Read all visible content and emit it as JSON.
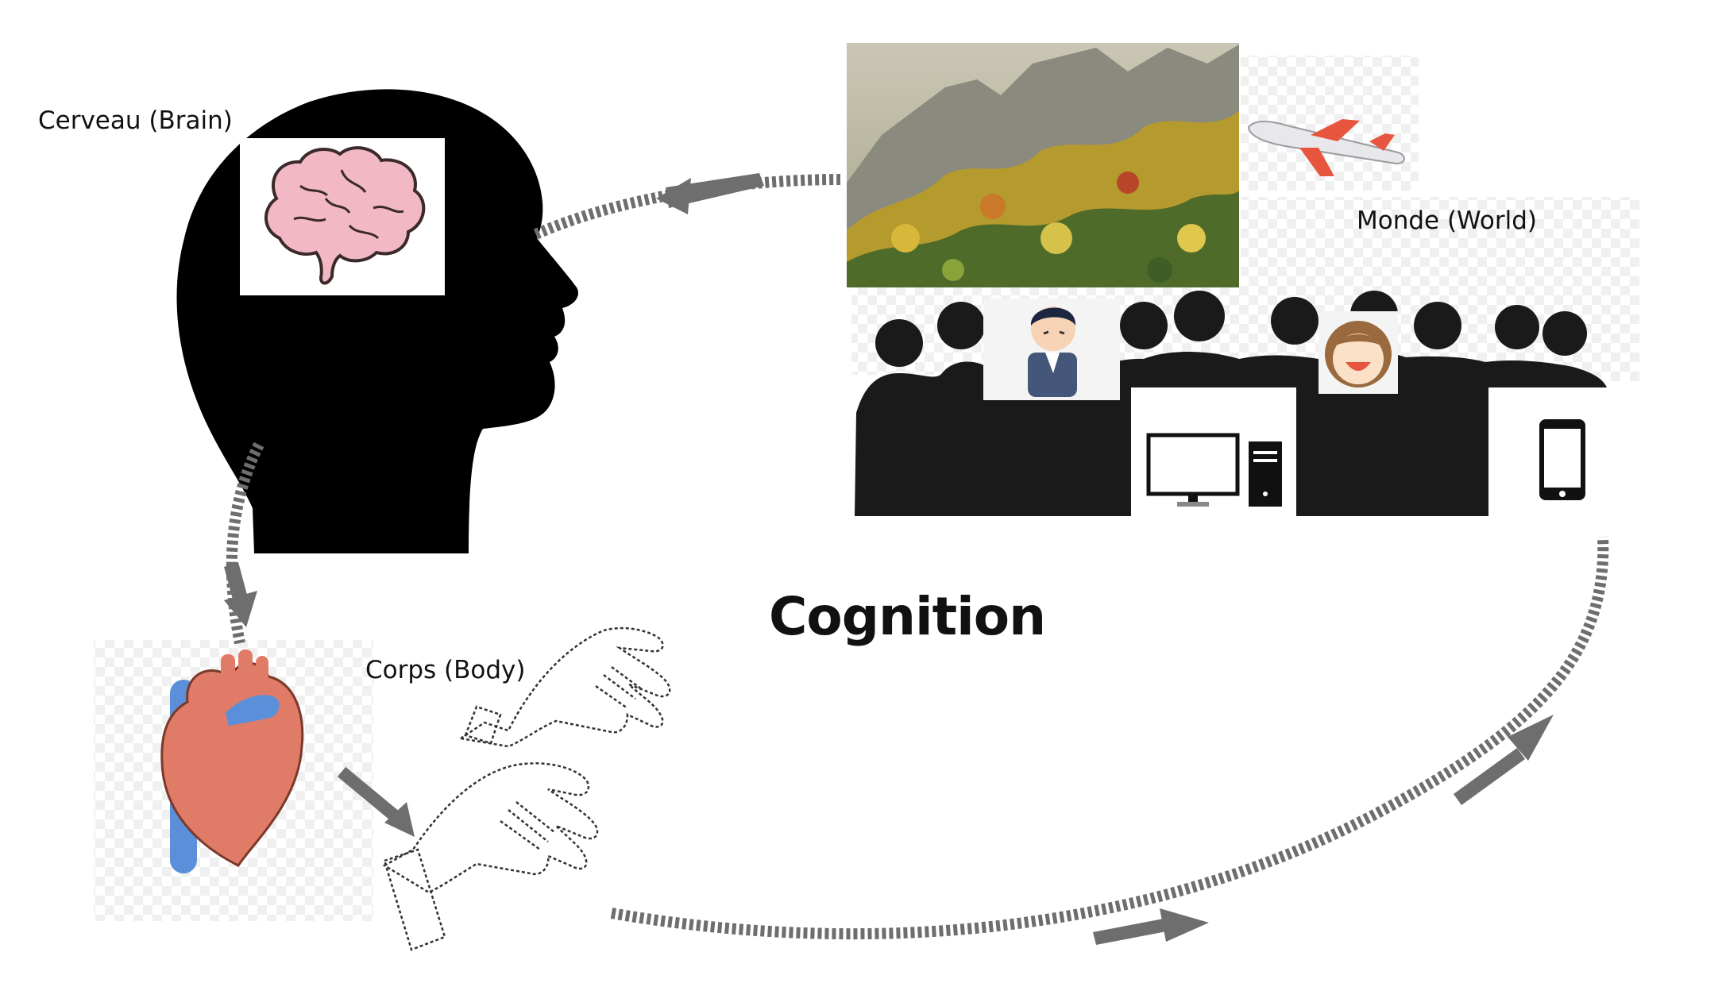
{
  "labels": {
    "brain": "Cerveau (Brain)",
    "world": "Monde (World)",
    "body": "Corps (Body)",
    "center": "Cognition"
  },
  "icons": [
    "head-silhouette-icon",
    "brain-icon",
    "heart-icon",
    "hands-icon",
    "mountain-photo",
    "airplane-icon",
    "crowd-silhouette",
    "sad-person-icon",
    "smiling-face-icon",
    "desktop-computer-icon",
    "smartphone-icon"
  ],
  "colors": {
    "arrow": "#6e6e6e",
    "silhouette": "#000000",
    "crowd": "#1a1a1a",
    "brain": "#f2b8c6",
    "heart": "#e07b68",
    "vessel": "#5b8fd9"
  }
}
